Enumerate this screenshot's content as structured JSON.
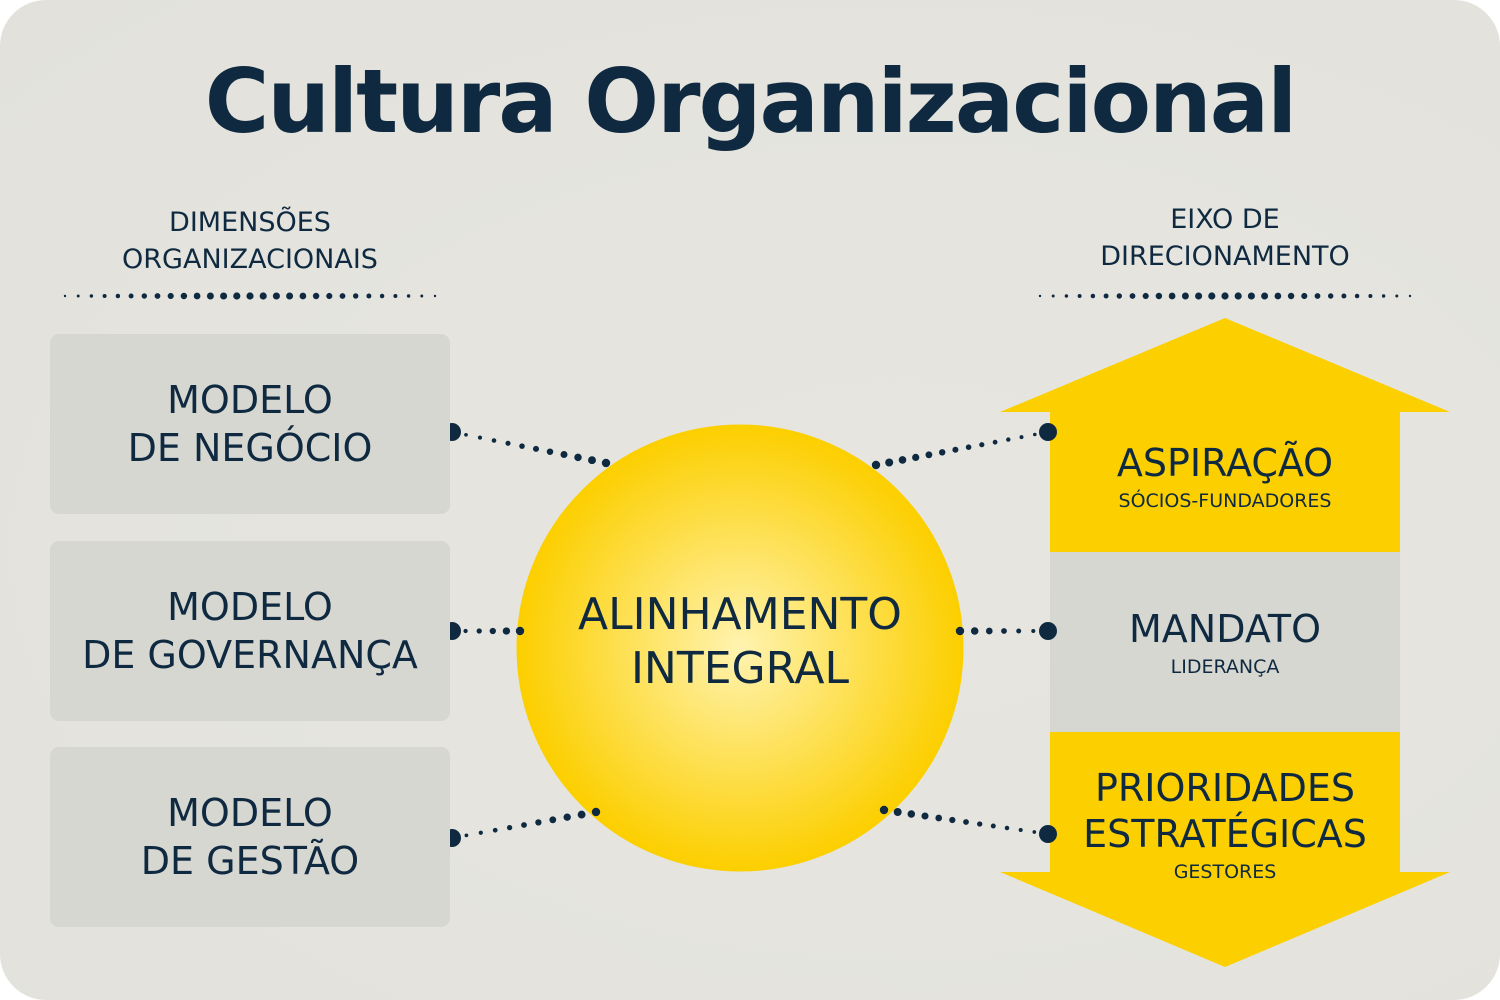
{
  "title": "Cultura Organizacional",
  "left_heading": [
    "DIMENSÕES",
    "ORGANIZACIONAIS"
  ],
  "right_heading": [
    "EIXO DE",
    "DIRECIONAMENTO"
  ],
  "dimensions": [
    {
      "line1": "MODELO",
      "line2": "DE NEGÓCIO"
    },
    {
      "line1": "MODELO",
      "line2": "DE GOVERNANÇA"
    },
    {
      "line1": "MODELO",
      "line2": "DE GESTÃO"
    }
  ],
  "center": {
    "line1": "ALINHAMENTO",
    "line2": "INTEGRAL"
  },
  "axis": [
    {
      "title_lines": [
        "ASPIRAÇÃO"
      ],
      "subtitle": "SÓCIOS-FUNDADORES"
    },
    {
      "title_lines": [
        "MANDATO"
      ],
      "subtitle": "LIDERANÇA"
    },
    {
      "title_lines": [
        "PRIORIDADES",
        "ESTRATÉGICAS"
      ],
      "subtitle": "GESTORES"
    }
  ],
  "colors": {
    "navy": "#0f2a40",
    "yellow": "#fcd000",
    "box_gray": "#d7d7d2",
    "background": "#e5e4de"
  }
}
